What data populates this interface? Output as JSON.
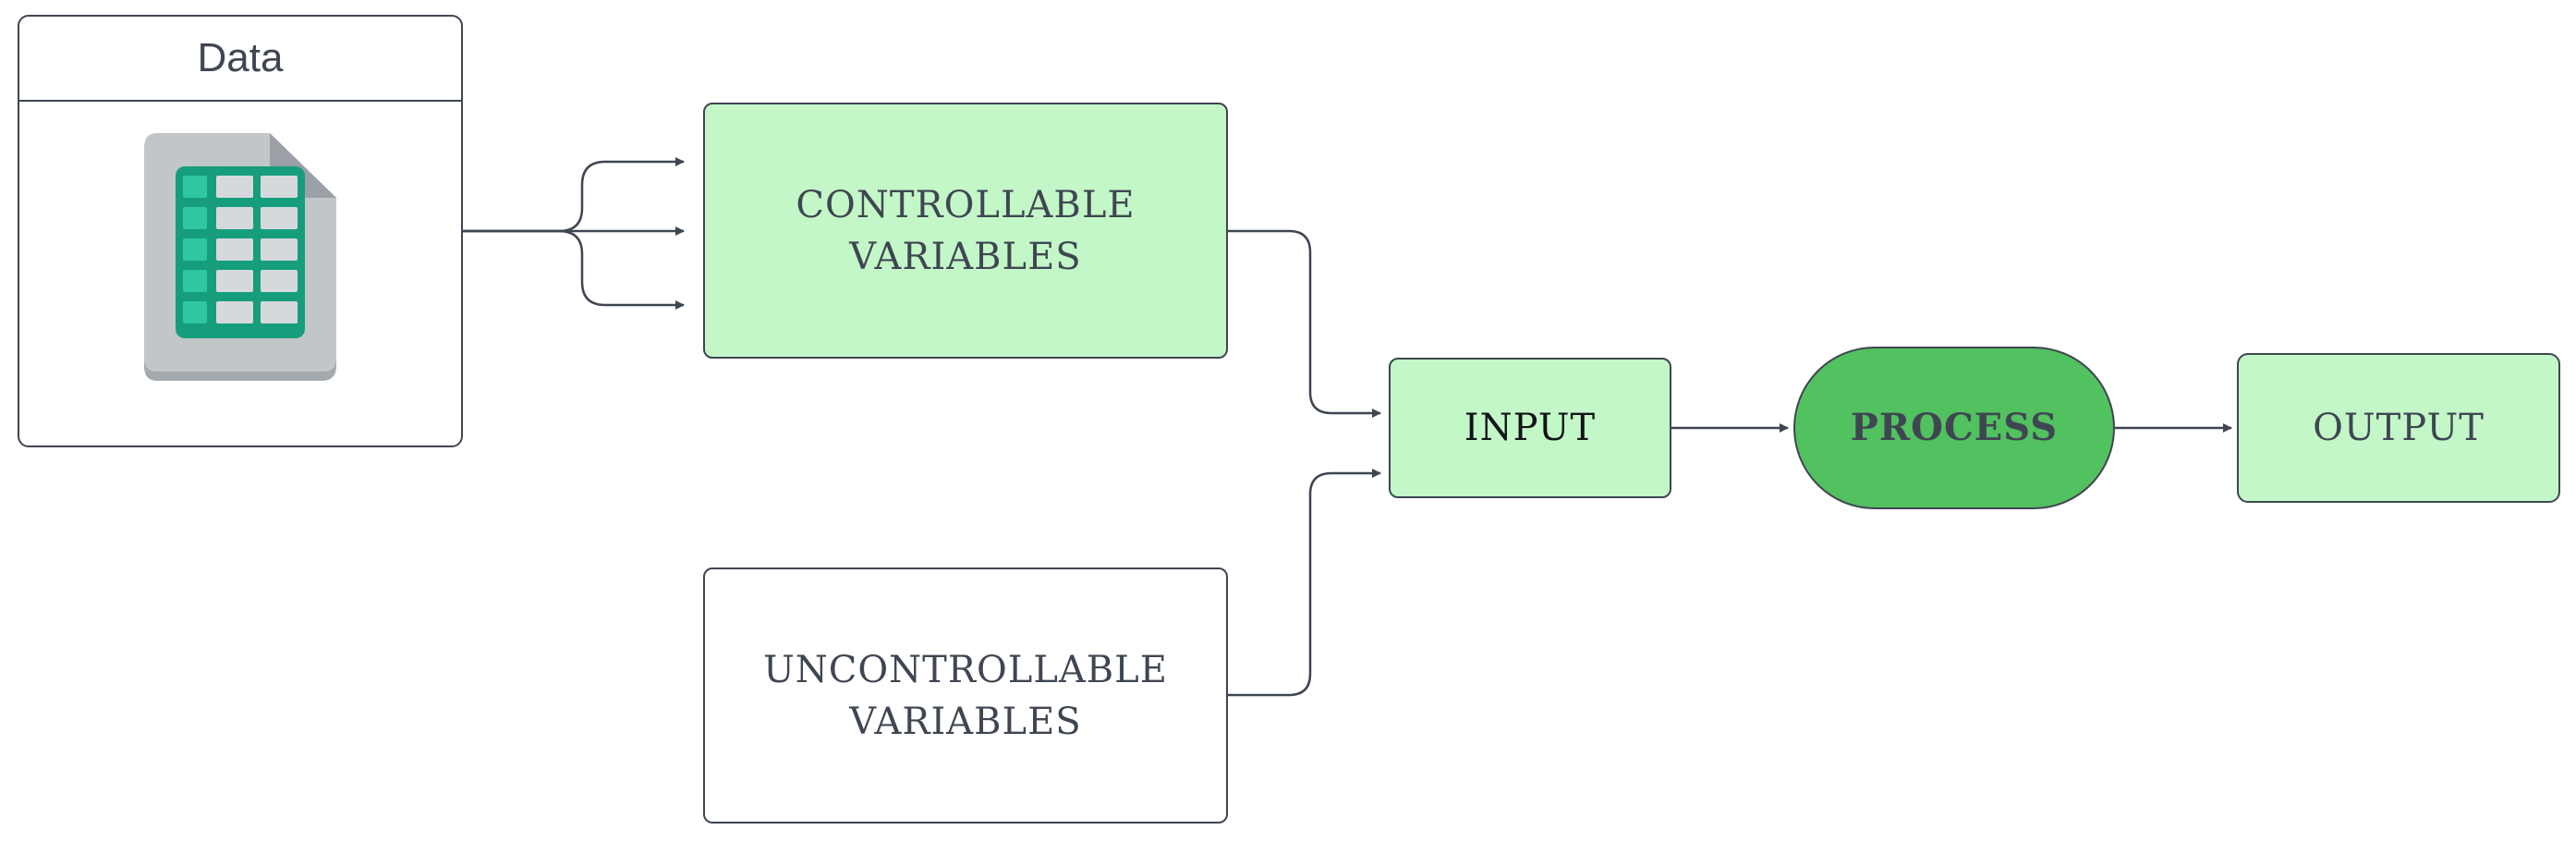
{
  "data_panel": {
    "title": "Data",
    "icon": "spreadsheet-file-icon"
  },
  "nodes": {
    "controllable": {
      "line1": "CONTROLLABLE",
      "line2": "VARIABLES"
    },
    "uncontrollable": {
      "line1": "UNCONTROLLABLE",
      "line2": "VARIABLES"
    },
    "input": {
      "label": "INPUT"
    },
    "process": {
      "label": "PROCESS"
    },
    "output": {
      "label": "OUTPUT"
    }
  },
  "colors": {
    "light_green": "#c3f7c8",
    "process_green": "#52c15f",
    "stroke": "#3f4652",
    "icon_teal": "#169e7c",
    "icon_gray": "#c2c6c9"
  }
}
